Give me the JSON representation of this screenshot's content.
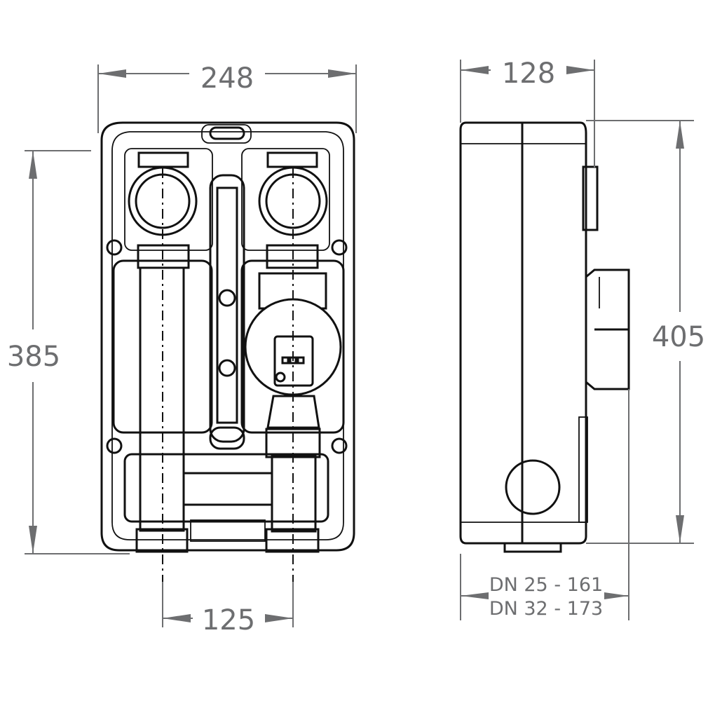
{
  "front_view": {
    "width_label": "248",
    "height_label": "385",
    "pipe_spacing_label": "125"
  },
  "side_view": {
    "depth_label": "128",
    "height_label": "405",
    "connection_depth_labels": [
      "DN 25 - 161",
      "DN 32 - 173"
    ]
  },
  "colors": {
    "dimension": "#6d6e70",
    "drawing": "#111111"
  }
}
